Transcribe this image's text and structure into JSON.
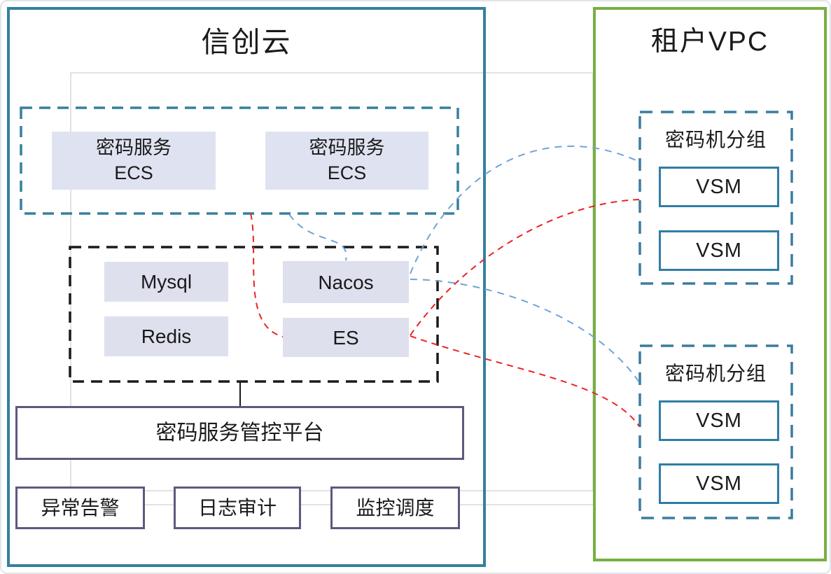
{
  "zones": {
    "cloud": {
      "title": "信创云"
    },
    "vpc": {
      "title": "租户VPC"
    }
  },
  "ecs_group": {
    "items": [
      {
        "line1": "密码服务",
        "line2": "ECS"
      },
      {
        "line1": "密码服务",
        "line2": "ECS"
      }
    ]
  },
  "middleware": {
    "items": [
      {
        "label": "Mysql"
      },
      {
        "label": "Nacos"
      },
      {
        "label": "Redis"
      },
      {
        "label": "ES"
      }
    ]
  },
  "platform": {
    "label": "密码服务管控平台"
  },
  "ops_boxes": [
    {
      "label": "异常告警"
    },
    {
      "label": "日志审计"
    },
    {
      "label": "监控调度"
    }
  ],
  "vsm_groups": [
    {
      "label": "密码机分组",
      "vsms": [
        {
          "label": "VSM"
        },
        {
          "label": "VSM"
        }
      ]
    },
    {
      "label": "密码机分组",
      "vsms": [
        {
          "label": "VSM"
        },
        {
          "label": "VSM"
        }
      ]
    }
  ],
  "connections": [
    {
      "from": "ecs-group",
      "to": "nacos",
      "color": "blue",
      "style": "dashed"
    },
    {
      "from": "ecs-group",
      "to": "es",
      "color": "red",
      "style": "dashed"
    },
    {
      "from": "nacos",
      "to": "vsm-group-1",
      "color": "blue",
      "style": "dashed"
    },
    {
      "from": "nacos",
      "to": "vsm-group-2",
      "color": "blue",
      "style": "dashed"
    },
    {
      "from": "es",
      "to": "vsm-group-1",
      "color": "red",
      "style": "dashed"
    },
    {
      "from": "es",
      "to": "vsm-group-2",
      "color": "red",
      "style": "dashed"
    },
    {
      "from": "middleware-group",
      "to": "platform",
      "color": "black",
      "style": "solid"
    }
  ],
  "colors": {
    "cloud_border": "#35809E",
    "vpc_border": "#76B043",
    "dashed_teal": "#35809E",
    "dashed_black": "#1A1A1A",
    "vsm_group_dash": "#3A7CA0",
    "box_fill_lavender": "#DEE0EE",
    "purple_border": "#5C5A7D",
    "vsm_border": "#2E7EA5",
    "blue_link": "#6FA3D9",
    "red_link": "#EC2224",
    "grid_gray": "#D9D9D9"
  }
}
